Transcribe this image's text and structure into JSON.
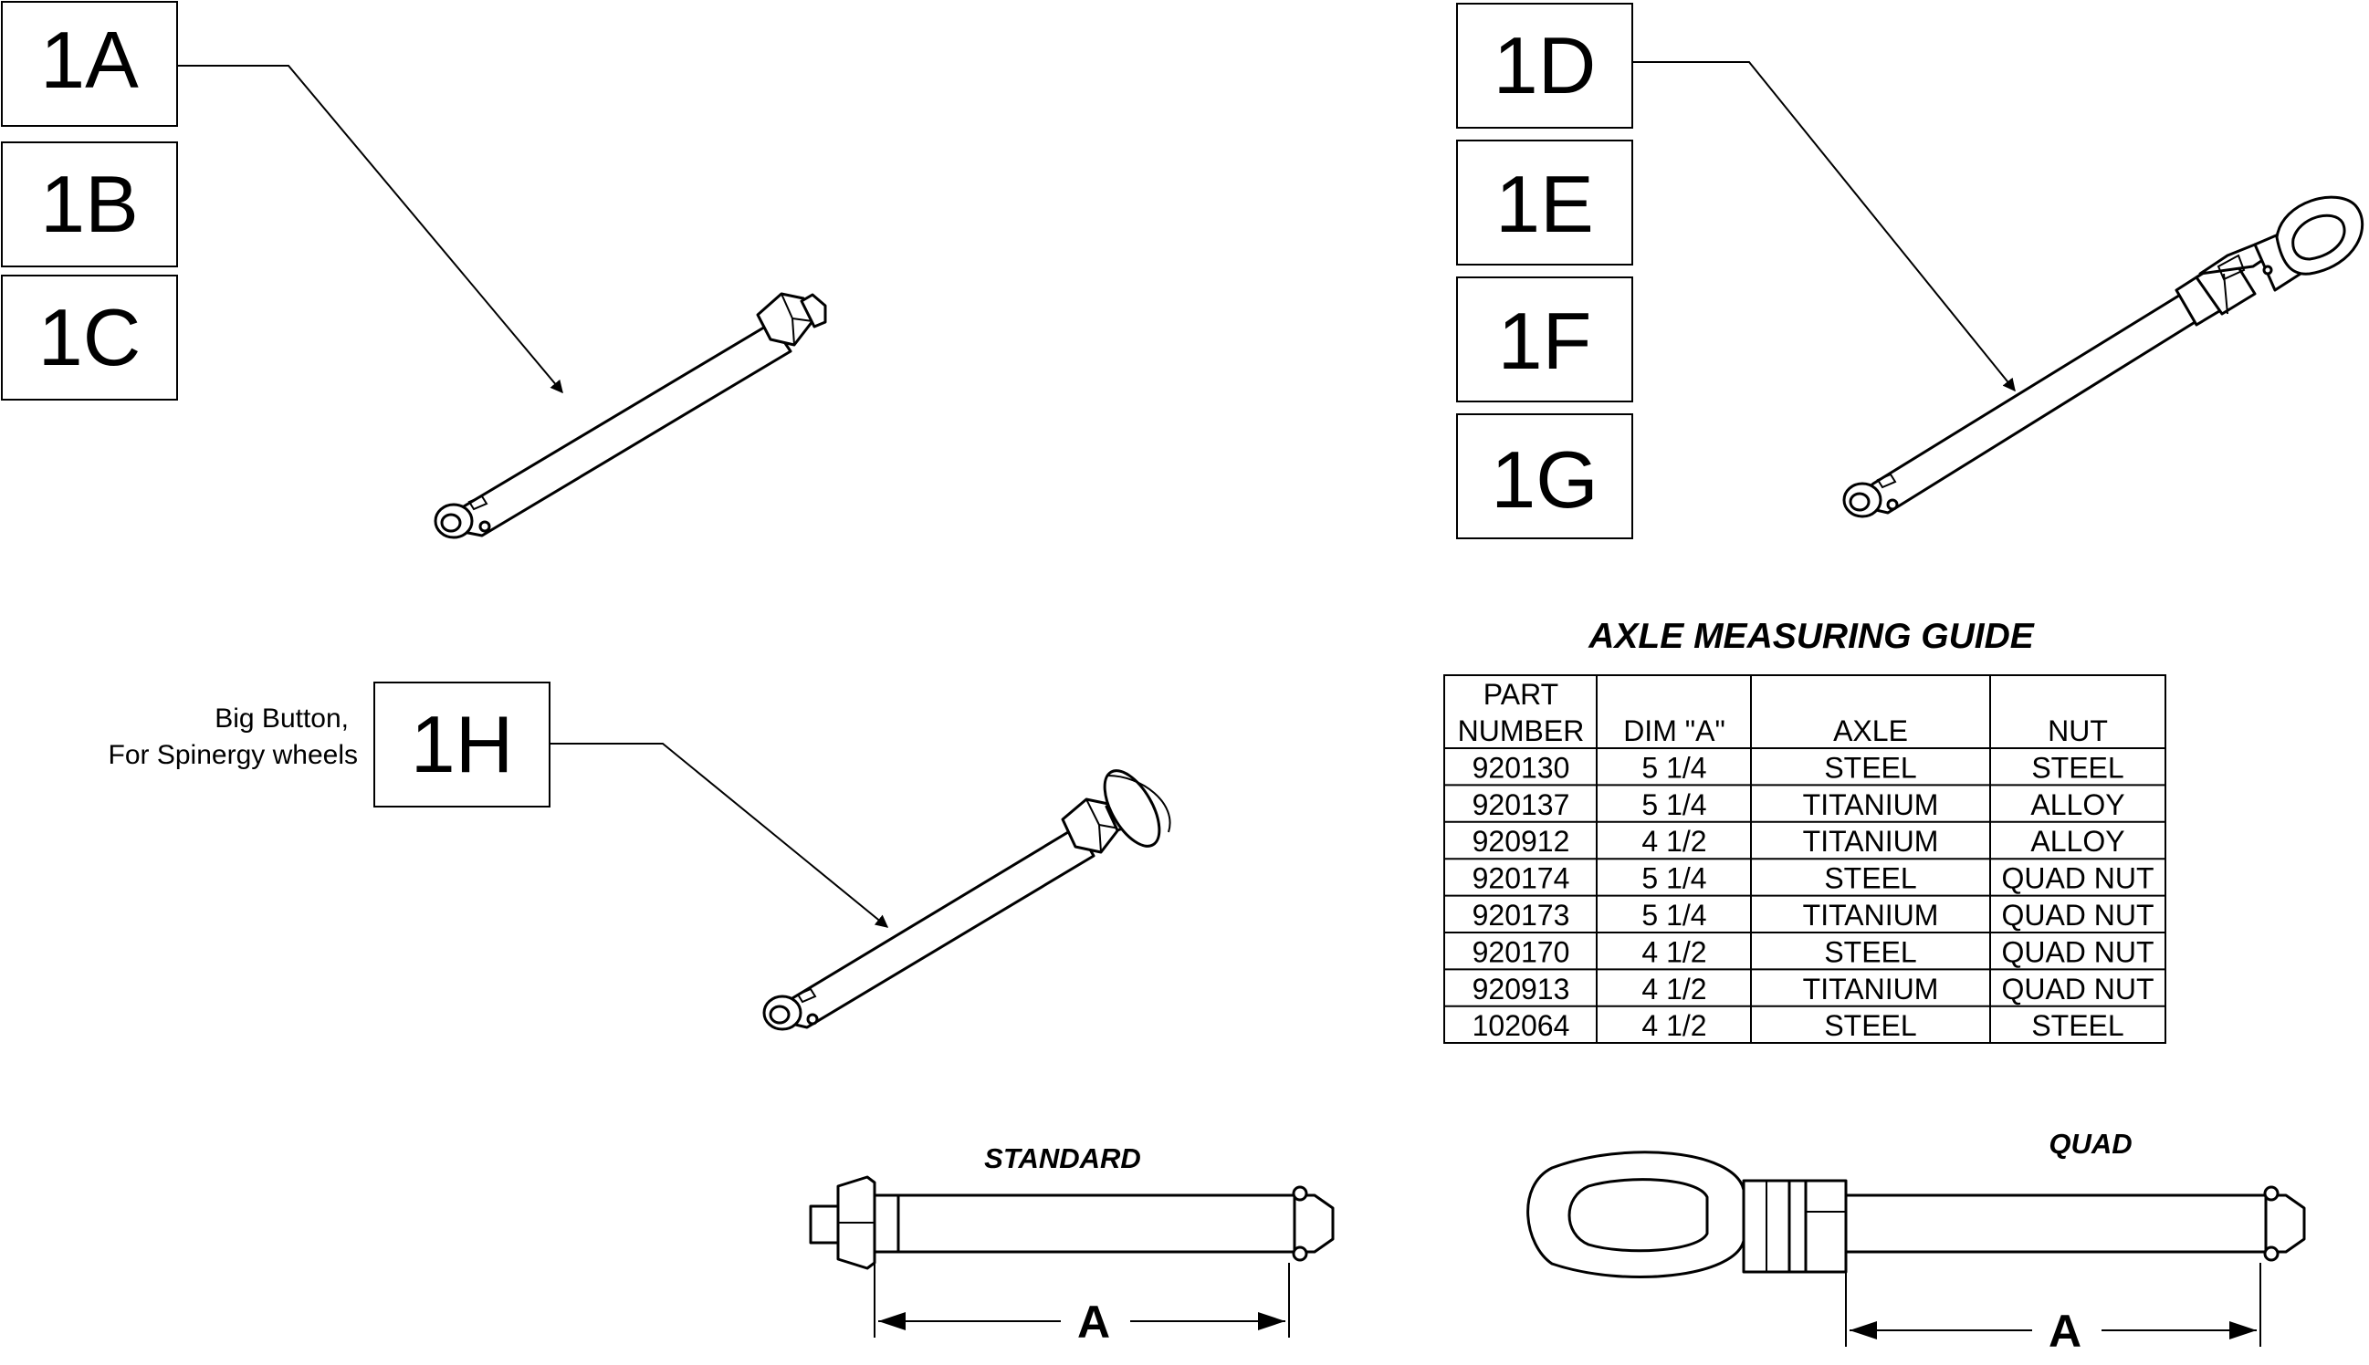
{
  "callouts": {
    "c1a": "1A",
    "c1b": "1B",
    "c1c": "1C",
    "c1d": "1D",
    "c1e": "1E",
    "c1f": "1F",
    "c1g": "1G",
    "c1h": "1H"
  },
  "note_1h": {
    "line1": "Big Button,",
    "line2": "For Spinergy wheels"
  },
  "guide": {
    "title": "AXLE MEASURING GUIDE",
    "headers": {
      "part_line1": "PART",
      "part_line2": "NUMBER",
      "dim": "DIM \"A\"",
      "axle": "AXLE",
      "nut": "NUT"
    },
    "rows": [
      {
        "part": "920130",
        "dim": "5 1/4",
        "axle": "STEEL",
        "nut": "STEEL"
      },
      {
        "part": "920137",
        "dim": "5 1/4",
        "axle": "TITANIUM",
        "nut": "ALLOY"
      },
      {
        "part": "920912",
        "dim": "4 1/2",
        "axle": "TITANIUM",
        "nut": "ALLOY"
      },
      {
        "part": "920174",
        "dim": "5 1/4",
        "axle": "STEEL",
        "nut": "QUAD NUT"
      },
      {
        "part": "920173",
        "dim": "5 1/4",
        "axle": "TITANIUM",
        "nut": "QUAD NUT"
      },
      {
        "part": "920170",
        "dim": "4 1/2",
        "axle": "STEEL",
        "nut": "QUAD NUT"
      },
      {
        "part": "920913",
        "dim": "4 1/2",
        "axle": "TITANIUM",
        "nut": "QUAD NUT"
      },
      {
        "part": "102064",
        "dim": "4 1/2",
        "axle": "STEEL",
        "nut": "STEEL"
      }
    ]
  },
  "standard": {
    "label": "STANDARD",
    "dim_label": "A"
  },
  "quad": {
    "label": "QUAD",
    "dim_label": "A"
  }
}
